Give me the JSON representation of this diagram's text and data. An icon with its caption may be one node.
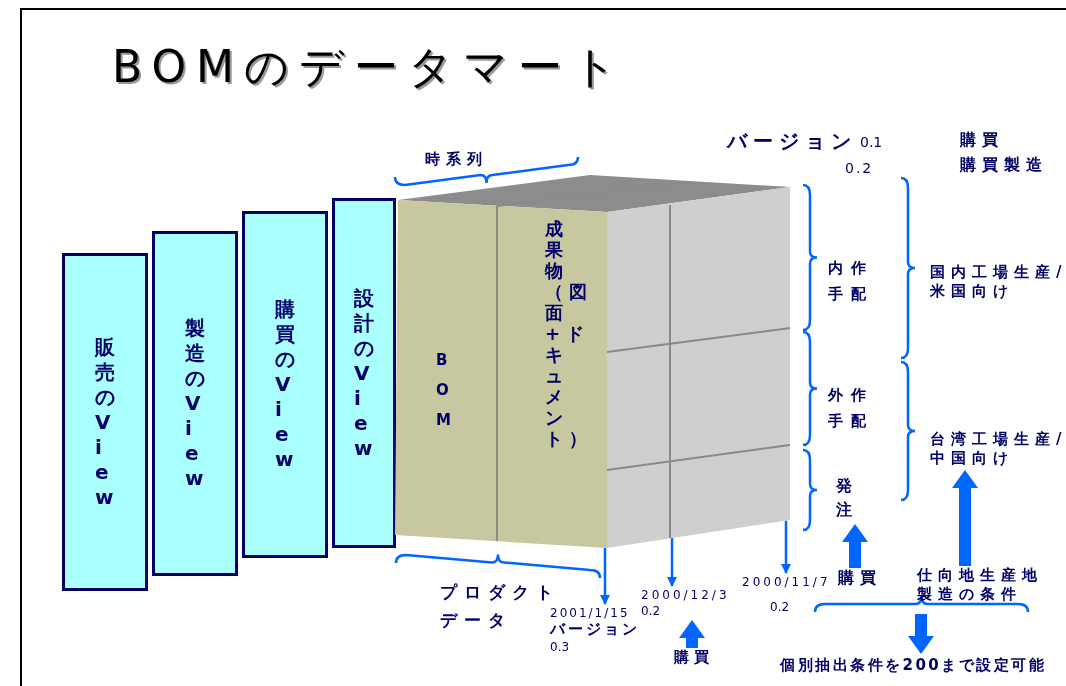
{
  "diagram": {
    "title": "BOMのデータマート",
    "nodes": [
      {
        "text": [
          "BOM",
          "成果物（図面+ドキュメント）"
        ]
      },
      {
        "text": [
          "販売のView"
        ]
      },
      {
        "text": [
          "製造のView"
        ]
      },
      {
        "text": [
          "購買のView"
        ]
      },
      {
        "text": [
          "設計のView"
        ]
      },
      {
        "text": [
          "2001/1/15",
          "バージョン",
          "0.3"
        ]
      },
      {
        "text": [
          "2000/12/3",
          "0.2"
        ]
      },
      {
        "text": [
          "2000/11/7",
          "0.2"
        ]
      },
      {
        "text": [
          "購買"
        ]
      },
      {
        "text": [
          "購買"
        ]
      },
      {
        "text": [
          "発注"
        ]
      },
      {
        "text": [
          "仕向地生産地製造の条件"
        ]
      },
      {
        "text": [
          "台湾工場生産/中国向け"
        ]
      },
      {
        "text": [
          "個別抽出条件を200まで設定可能"
        ]
      },
      {
        "text": [],
        "shape": "brace"
      }
    ],
    "edges": [
      {
        "from": 0,
        "to": 5,
        "arrow": "to"
      },
      {
        "from": 0,
        "to": 6,
        "arrow": "to"
      },
      {
        "from": 0,
        "to": 7,
        "arrow": "to"
      },
      {
        "from": 8,
        "to": 6,
        "arrow": "to",
        "style": "thick"
      },
      {
        "from": 9,
        "to": 10,
        "arrow": "to",
        "style": "thick"
      },
      {
        "from": 11,
        "to": 12,
        "arrow": "to",
        "style": "thick"
      },
      {
        "from": 14,
        "to": 13,
        "arrow": "to",
        "style": "thick"
      }
    ],
    "labels": [
      "時系列",
      "バージョン",
      "0.1",
      "0.2",
      "購買",
      "購買製造",
      "内作手配",
      "国内工場生産/米国向け",
      "外作手配",
      "プロダクトデータ"
    ]
  }
}
